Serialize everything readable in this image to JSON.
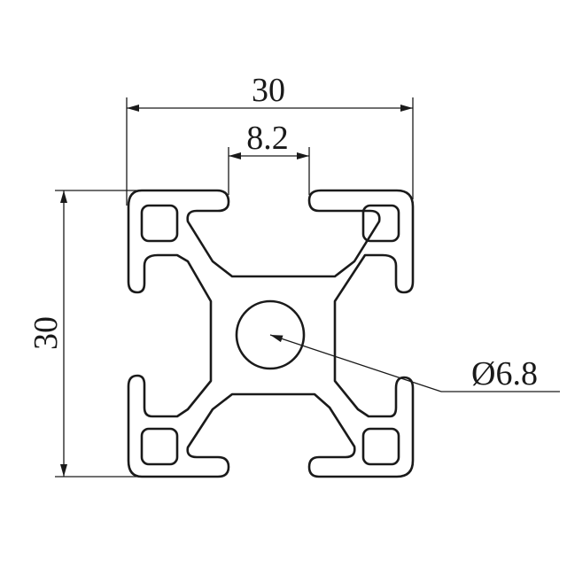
{
  "drawing": {
    "width_label": "30",
    "slot_label": "8.2",
    "height_label": "30",
    "bore_label": "Ø6.8"
  },
  "colors": {
    "line": "#1a1a1a",
    "background": "#ffffff"
  }
}
